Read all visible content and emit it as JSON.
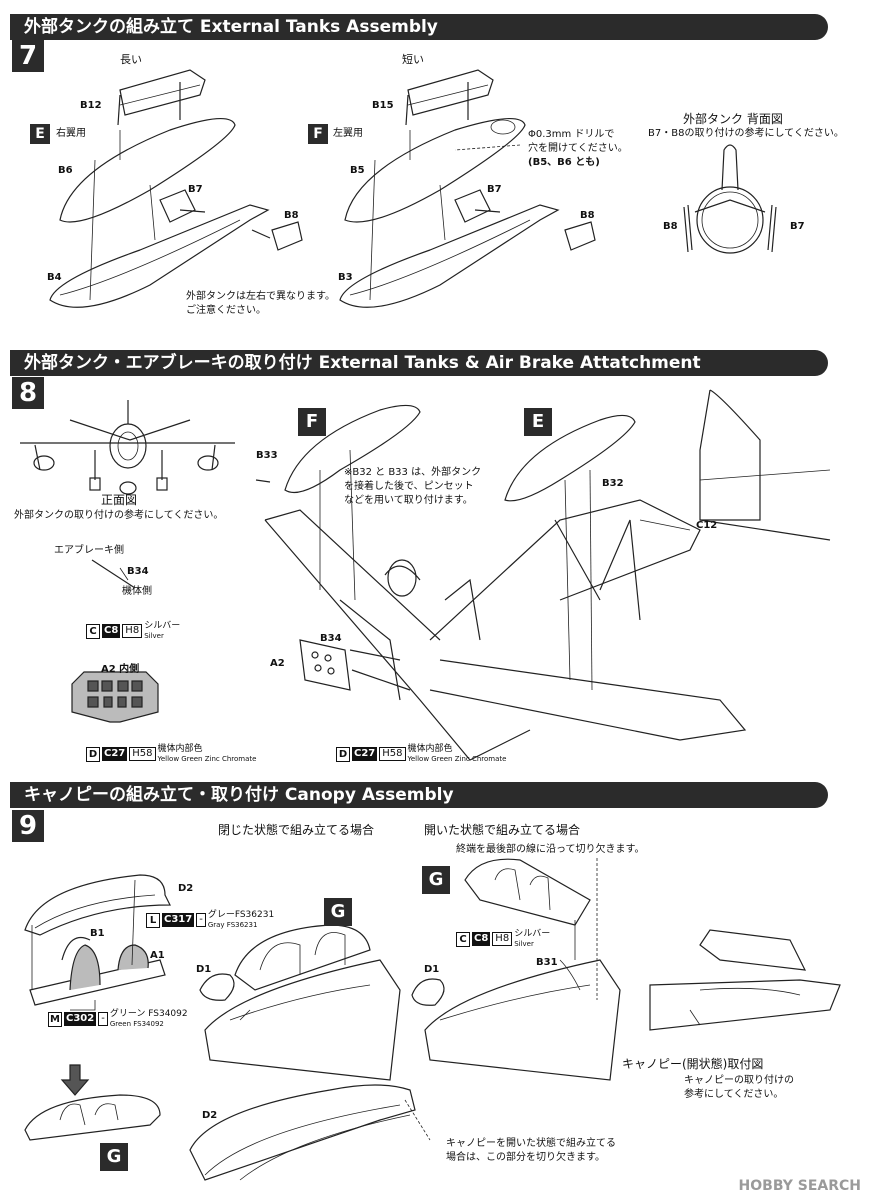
{
  "sections": {
    "s7": {
      "title": "外部タンクの組み立て External Tanks Assembly",
      "step": "7"
    },
    "s8": {
      "title": "外部タンク・エアブレーキの取り付け External Tanks & Air Brake Attatchment",
      "step": "8"
    },
    "s9": {
      "title": "キャノピーの組み立て・取り付け Canopy Assembly",
      "step": "9"
    }
  },
  "step7": {
    "long": "長い",
    "short": "短い",
    "E": "E",
    "E_note": "右翼用",
    "F": "F",
    "F_note": "左翼用",
    "parts": {
      "B12": "B12",
      "B6": "B6",
      "B7a": "B7",
      "B8a": "B8",
      "B4": "B4",
      "B15": "B15",
      "B5": "B5",
      "B7b": "B7",
      "B8b": "B8",
      "B3": "B3",
      "B8c": "B8",
      "B7c": "B7"
    },
    "drill_note_1": "Φ0.3mm ドリルで",
    "drill_note_2": "穴を開けてください。",
    "drill_note_3": "(B5、B6 とも)",
    "differ_1": "外部タンクは左右で異なります。",
    "differ_2": "ご注意ください。",
    "back_title": "外部タンク 背面図",
    "back_note": "B7・B8の取り付けの参考にしてください。"
  },
  "step8": {
    "front_title": "正面図",
    "front_note": "外部タンクの取り付けの参考にしてください。",
    "airbrake_side": "エアブレーキ側",
    "b34": "B34",
    "body_side": "機体側",
    "silver": {
      "key": "C",
      "code": "C8",
      "h": "H8",
      "jp": "シルバー",
      "en": "Silver"
    },
    "a2_inside": "A2 内側",
    "zinc1": {
      "key": "D",
      "code": "C27",
      "h": "H58",
      "jp": "機体内部色",
      "en": "Yellow Green Zinc Chromate"
    },
    "zinc2": {
      "key": "D",
      "code": "C27",
      "h": "H58",
      "jp": "機体内部色",
      "en": "Yellow Green Zinc Chromate"
    },
    "F": "F",
    "E": "E",
    "parts": {
      "B33": "B33",
      "B32": "B32",
      "C12": "C12",
      "B34": "B34",
      "A2": "A2"
    },
    "note_1": "※B32 と B33 は、外部タンク",
    "note_2": "を接着した後で、ピンセット",
    "note_3": "などを用いて取り付けます。"
  },
  "step9": {
    "closed": "閉じた状態で組み立てる場合",
    "open": "開いた状態で組み立てる場合",
    "cut_note": "終端を最後部の線に沿って切り欠きます。",
    "parts": {
      "D2a": "D2",
      "B1": "B1",
      "A1": "A1",
      "D1a": "D1",
      "D1b": "D1",
      "B31": "B31",
      "D2b": "D2"
    },
    "gray": {
      "key": "L",
      "code": "C317",
      "h": "-",
      "jp": "グレーFS36231",
      "en": "Gray FS36231"
    },
    "green": {
      "key": "M",
      "code": "C302",
      "h": "-",
      "jp": "グリーン FS34092",
      "en": "Green FS34092"
    },
    "silver": {
      "key": "C",
      "code": "C8",
      "h": "H8",
      "jp": "シルバー",
      "en": "Silver"
    },
    "G1": "G",
    "G2": "G",
    "G3": "G",
    "open_title": "キャノピー(開状態)取付図",
    "open_note_1": "キャノピーの取り付けの",
    "open_note_2": "参考にしてください。",
    "cut_note2_1": "キャノピーを開いた状態で組み立てる",
    "cut_note2_2": "場合は、この部分を切り欠きます。"
  },
  "watermark": "HOBBY SEARCH"
}
